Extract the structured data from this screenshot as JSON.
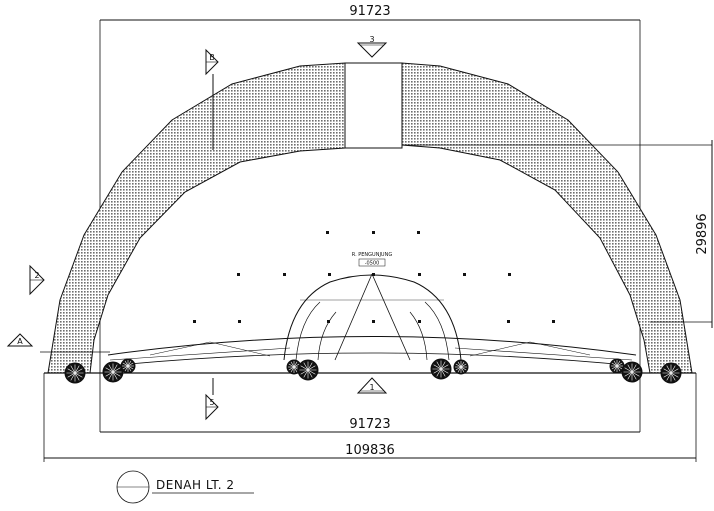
{
  "drawing": {
    "title": "DENAH LT. 2",
    "room_label": "R. PENGUNJUNG",
    "room_level": "-0500",
    "dimensions": {
      "top": "91723",
      "right_vertical": "29896",
      "bottom_inner": "91723",
      "bottom_overall": "109836"
    },
    "section_marks": [
      "3",
      "B",
      "2",
      "A",
      "1",
      "5"
    ]
  },
  "colors": {
    "line": "#111111",
    "hatch": "#8a8a8a",
    "background": "#ffffff"
  }
}
